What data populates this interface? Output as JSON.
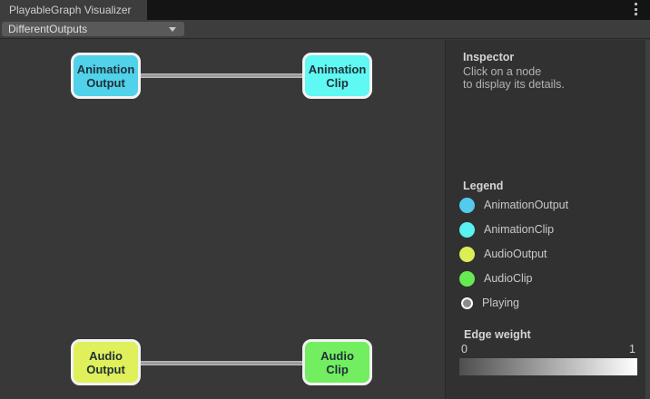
{
  "window": {
    "title": "PlayableGraph Visualizer"
  },
  "toolbar": {
    "graph_dropdown_value": "DifferentOutputs"
  },
  "graph": {
    "nodes": [
      {
        "label": "Animation\nOutput",
        "color": "#4FD2EA"
      },
      {
        "label": "Animation\nClip",
        "color": "#5FF8F2"
      },
      {
        "label": "Audio\nOutput",
        "color": "#DFF05A"
      },
      {
        "label": "Audio\nClip",
        "color": "#72EE60"
      }
    ],
    "edges": [
      {
        "from": "Animation Output",
        "to": "Animation Clip"
      },
      {
        "from": "Audio Output",
        "to": "Audio Clip"
      }
    ]
  },
  "inspector": {
    "title": "Inspector",
    "hint": "Click on a node\nto display its details."
  },
  "legend": {
    "title": "Legend",
    "items": [
      {
        "label": "AnimationOutput",
        "color": "#52CBEE"
      },
      {
        "label": "AnimationClip",
        "color": "#58F2F0"
      },
      {
        "label": "AudioOutput",
        "color": "#DDEE55"
      },
      {
        "label": "AudioClip",
        "color": "#66EA52"
      },
      {
        "label": "Playing",
        "color": "#8A8A8A"
      }
    ]
  },
  "edge_weight": {
    "title": "Edge weight",
    "min": "0",
    "max": "1",
    "gradient_from": "#4E4E4E",
    "gradient_to": "#FFFFFF"
  }
}
